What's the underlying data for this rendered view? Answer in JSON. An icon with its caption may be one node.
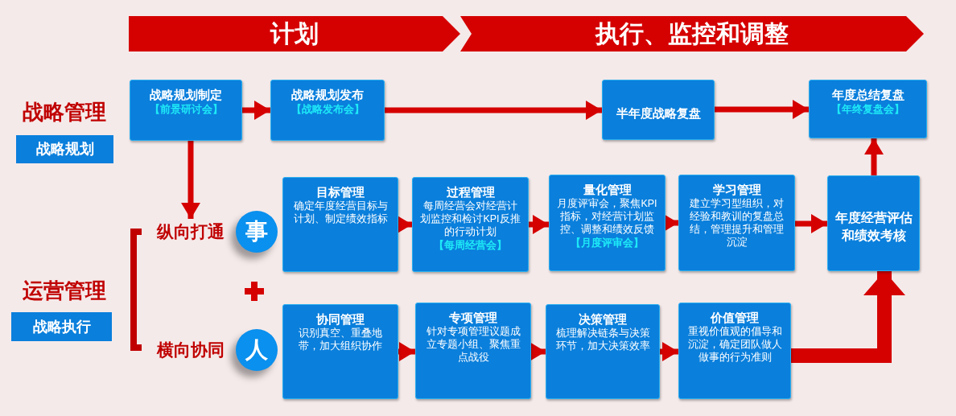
{
  "diagram": {
    "nodes": [
      {
        "text": [
          "计划"
        ]
      },
      {
        "text": [
          "执行、监控和调整"
        ]
      },
      {
        "text": [
          "战略规划制定",
          "【前景研讨会】"
        ]
      },
      {
        "text": [
          "战略规划发布",
          "【战略发布会】"
        ]
      },
      {
        "text": [
          "半年度战略复盘"
        ]
      },
      {
        "text": [
          "年度总结复盘",
          "【年终复盘会】"
        ]
      },
      {
        "text": [
          "战略规划"
        ]
      },
      {
        "text": [
          "纵向打通"
        ]
      },
      {
        "text": [
          "事"
        ]
      },
      {
        "text": [
          "目标管理",
          "确定年度经营目标与计划、制定绩效指标"
        ]
      },
      {
        "text": [
          "过程管理",
          "每周经营会对经营计划监控和检讨KPI反推的行动计划",
          "【每周经营会】"
        ]
      },
      {
        "text": [
          "量化管理",
          "月度评审会，聚焦KPI指标，对经营计划监控、调整和绩效反馈",
          "【月度评审会】"
        ]
      },
      {
        "text": [
          "学习管理",
          "建立学习型组织，对经验和教训的复盘总结，管理提升和管理沉淀"
        ]
      },
      {
        "text": [
          "年度经营评估和绩效考核"
        ]
      },
      {
        "text": [
          "战略执行"
        ]
      },
      {
        "text": [
          "横向协同"
        ]
      },
      {
        "text": [
          "人"
        ]
      },
      {
        "text": [
          "协同管理",
          "识别真空、重叠地带，加大组织协作"
        ]
      },
      {
        "text": [
          "专项管理",
          "针对专项管理议题成立专题小组、聚焦重点战役"
        ]
      },
      {
        "text": [
          "决策管理",
          "梳理解决链条与决策环节，加大决策效率"
        ]
      },
      {
        "text": [
          "价值管理",
          "重视价值观的倡导和沉淀，确定团队做人做事的行为准则"
        ]
      }
    ],
    "edges": [
      {
        "from": 2,
        "to": 3,
        "arrow": "to"
      },
      {
        "from": 3,
        "to": 4,
        "arrow": "to"
      },
      {
        "from": 4,
        "to": 5,
        "arrow": "to"
      },
      {
        "from": 2,
        "to": 7,
        "arrow": "to"
      },
      {
        "from": 9,
        "to": 10,
        "arrow": "to"
      },
      {
        "from": 10,
        "to": 11,
        "arrow": "to"
      },
      {
        "from": 11,
        "to": 12,
        "arrow": "to"
      },
      {
        "from": 12,
        "to": 13,
        "arrow": "to"
      },
      {
        "from": 13,
        "to": 5,
        "arrow": "to"
      },
      {
        "from": 17,
        "to": 18,
        "arrow": "to"
      },
      {
        "from": 18,
        "to": 19,
        "arrow": "to"
      },
      {
        "from": 19,
        "to": 20,
        "arrow": "to"
      },
      {
        "from": 20,
        "to": 13,
        "arrow": "to",
        "style": "thick"
      }
    ],
    "labels": [
      "战略管理",
      "运营管理"
    ]
  }
}
